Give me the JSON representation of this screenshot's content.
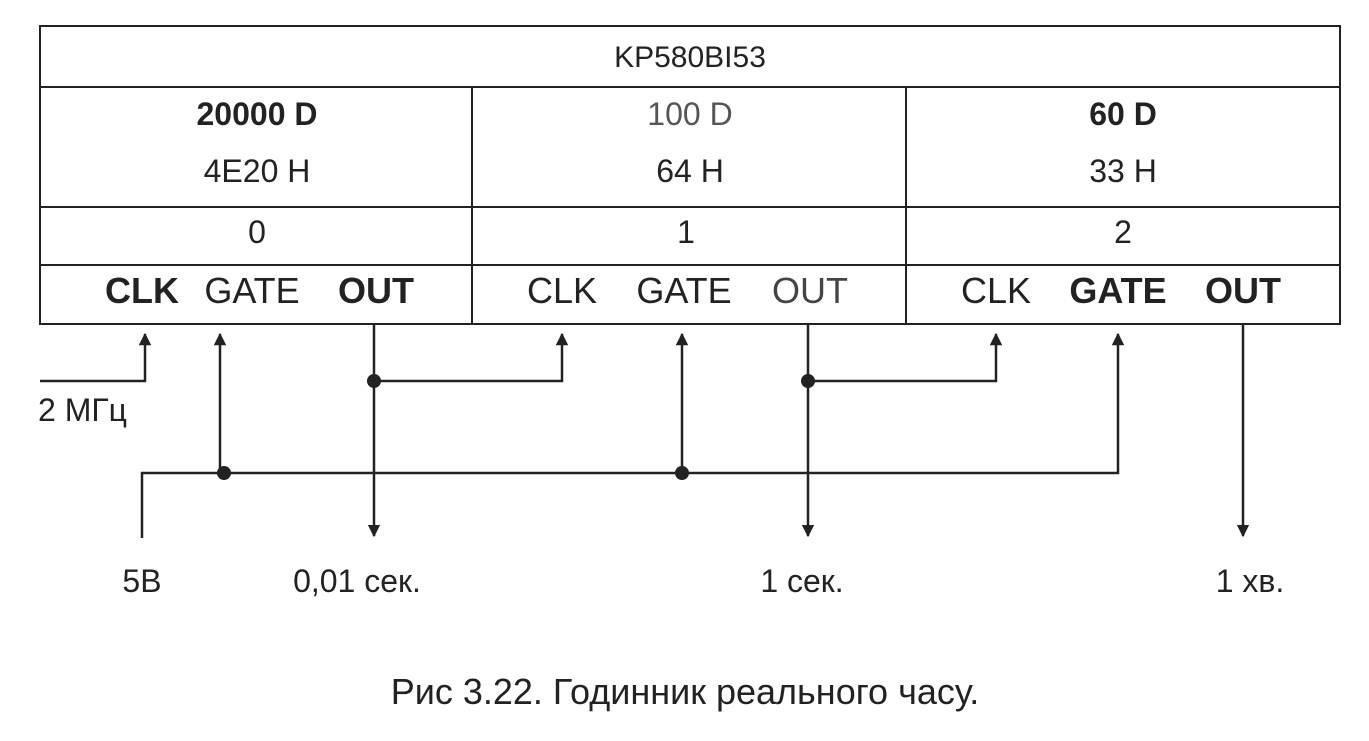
{
  "chip": {
    "name": "KP580BI53"
  },
  "counters": [
    {
      "index": "0",
      "decimal": "20000 D",
      "hex": "4E20 H",
      "pins": [
        "CLK",
        "GATE",
        "OUT"
      ]
    },
    {
      "index": "1",
      "decimal": "100 D",
      "hex": "64 H",
      "pins": [
        "CLK",
        "GATE",
        "OUT"
      ]
    },
    {
      "index": "2",
      "decimal": "60 D",
      "hex": "33 H",
      "pins": [
        "CLK",
        "GATE",
        "OUT"
      ]
    }
  ],
  "signals": {
    "clock_input": "2 МГц",
    "supply": "5В",
    "out0": "0,01 сек.",
    "out1": "1 сек.",
    "out2": "1 хв."
  },
  "caption": "Рис 3.22. Годинник реального часу.",
  "colors": {
    "line": "#222222",
    "background": "#ffffff"
  }
}
